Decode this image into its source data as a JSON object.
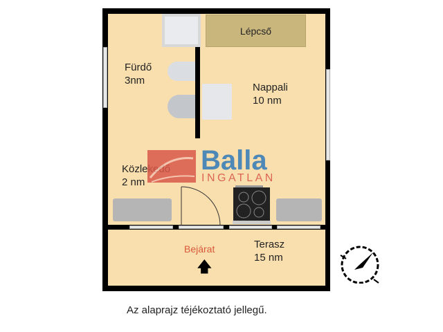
{
  "rooms": [
    {
      "name": "Fürdő",
      "area": "3nm"
    },
    {
      "name": "Nappali",
      "area": "10 nm"
    },
    {
      "name": "Közlekedő",
      "area": "2 nm"
    },
    {
      "name": "Terasz",
      "area": "15 nm"
    }
  ],
  "stairs_label": "Lépcső",
  "entrance_label": "Bejárat",
  "logo": {
    "name": "Balla",
    "sub": "INGATLAN"
  },
  "footer_note": "Az alaprajz téjékoztató jellegű.",
  "colors": {
    "floor": "#f9dfae",
    "stairs": "#c8b67d",
    "entrance": "#d9583a",
    "logo_blue": "#3c7fb9",
    "logo_red": "#d9584a"
  }
}
